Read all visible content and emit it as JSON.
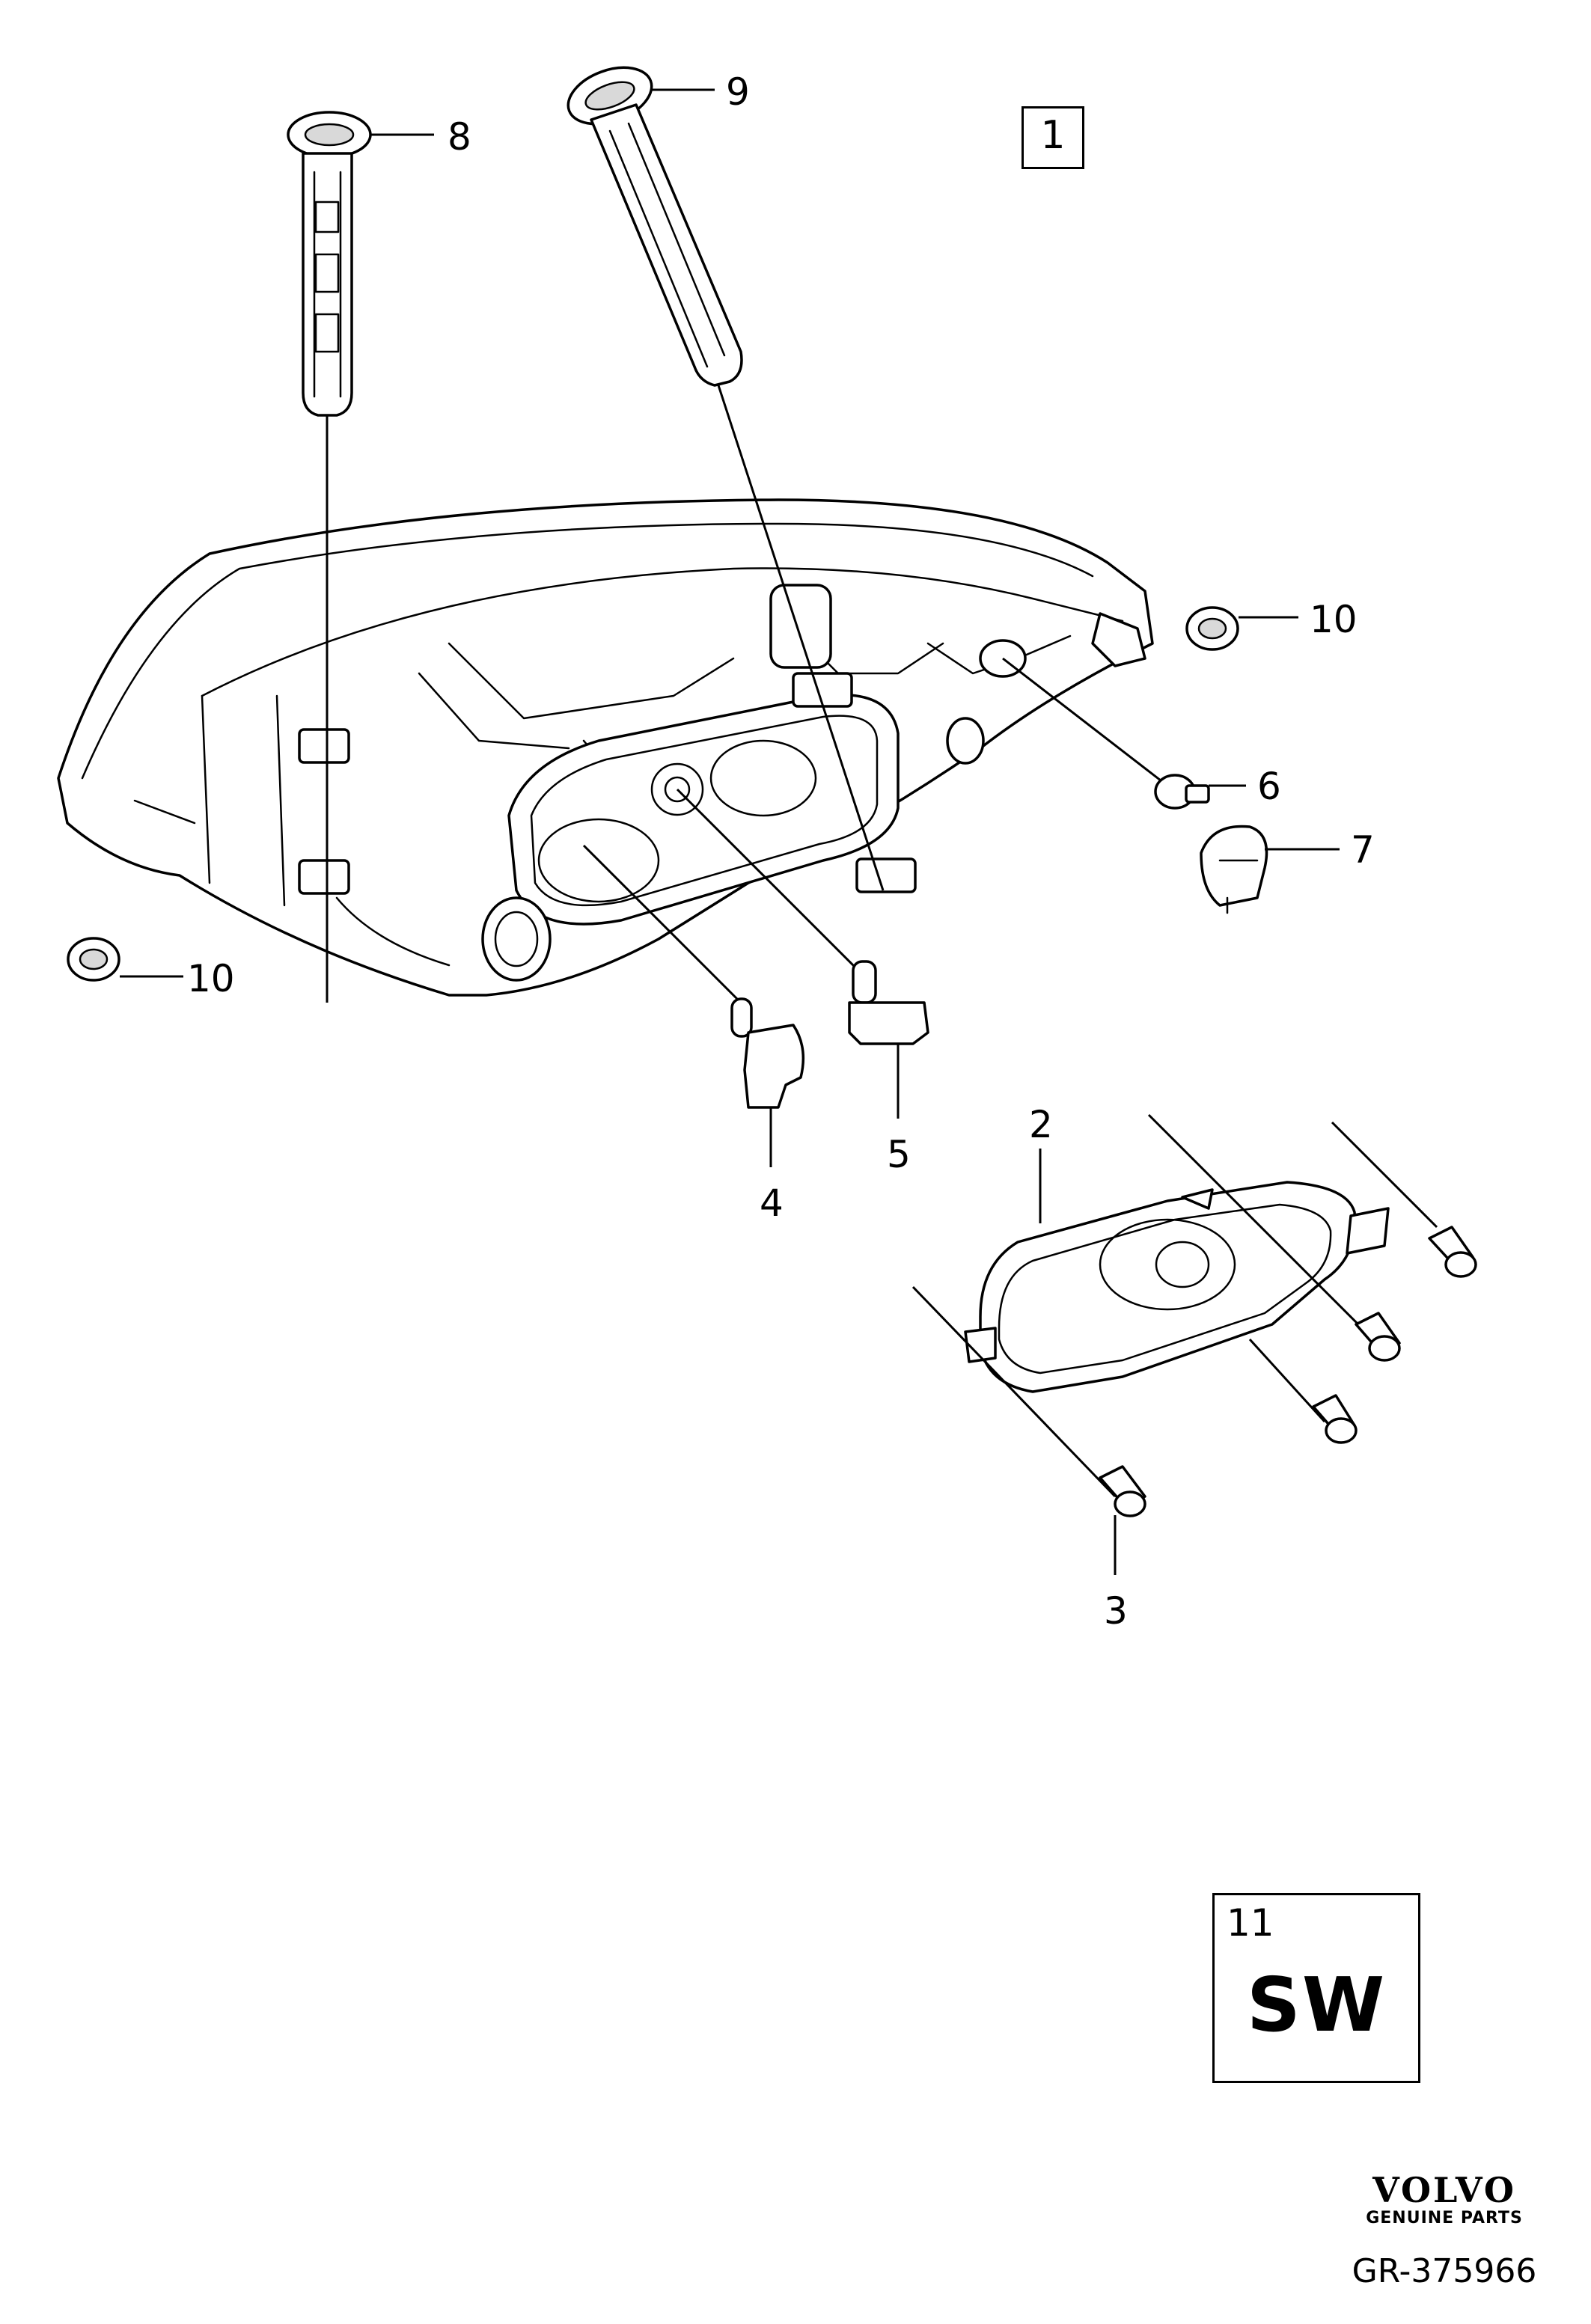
{
  "diagram": {
    "reference_number": "1",
    "callouts": {
      "c2": "2",
      "c3": "3",
      "c4": "4",
      "c5": "5",
      "c6": "6",
      "c7": "7",
      "c8": "8",
      "c9": "9",
      "c10a": "10",
      "c10b": "10"
    },
    "variant_box": {
      "number": "11",
      "code": "SW"
    }
  },
  "brand": {
    "logo": "VOLVO",
    "tagline": "GENUINE PARTS"
  },
  "diagram_id": "GR-375966"
}
